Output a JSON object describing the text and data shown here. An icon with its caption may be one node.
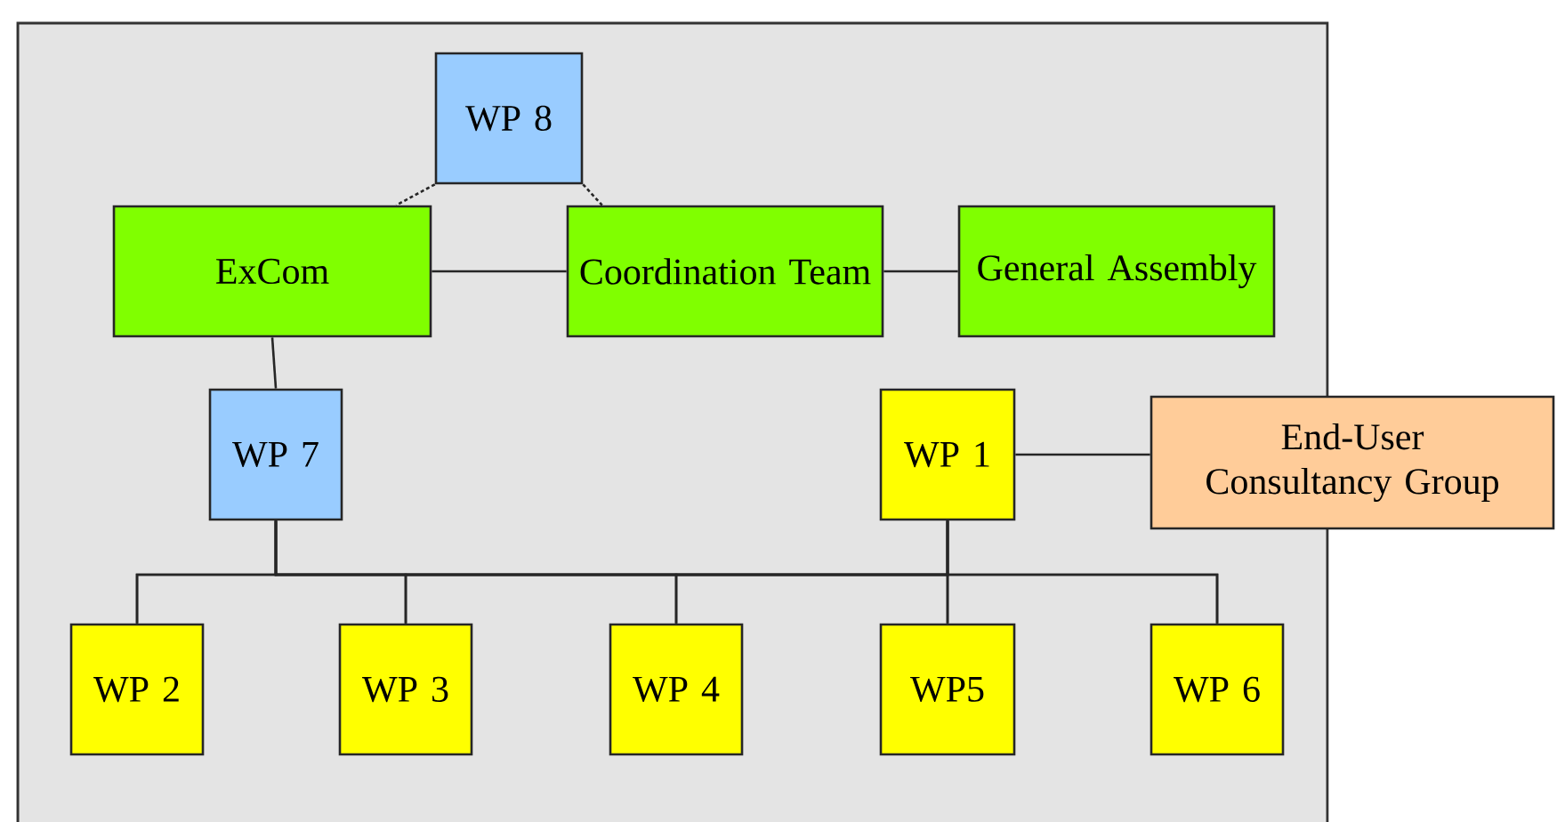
{
  "diagram": {
    "nodes": [
      {
        "text": [
          "WP 8"
        ]
      },
      {
        "text": [
          "ExCom"
        ]
      },
      {
        "text": [
          "Coordination Team"
        ]
      },
      {
        "text": [
          "General Assembly"
        ]
      },
      {
        "text": [
          "WP 7"
        ]
      },
      {
        "text": [
          "WP 1"
        ]
      },
      {
        "text": [
          "End-User Consultancy Group"
        ]
      },
      {
        "text": [
          "WP 2"
        ]
      },
      {
        "text": [
          "WP 3"
        ]
      },
      {
        "text": [
          "WP 4"
        ]
      },
      {
        "text": [
          "WP5"
        ]
      },
      {
        "text": [
          "WP 6"
        ]
      }
    ],
    "edges": [
      {
        "from": 0,
        "to": 1,
        "arrow": "none",
        "style": "dashed"
      },
      {
        "from": 0,
        "to": 2,
        "arrow": "none",
        "style": "dashed"
      },
      {
        "from": 1,
        "to": 2,
        "arrow": "none"
      },
      {
        "from": 2,
        "to": 3,
        "arrow": "none"
      },
      {
        "from": 1,
        "to": 4,
        "arrow": "none"
      },
      {
        "from": 5,
        "to": 6,
        "arrow": "none"
      },
      {
        "from": 4,
        "to": 7,
        "arrow": "none"
      },
      {
        "from": 4,
        "to": 8,
        "arrow": "none"
      },
      {
        "from": 4,
        "to": 9,
        "arrow": "none"
      },
      {
        "from": 4,
        "to": 10,
        "arrow": "none"
      },
      {
        "from": 4,
        "to": 11,
        "arrow": "none"
      },
      {
        "from": 5,
        "to": 7,
        "arrow": "none"
      },
      {
        "from": 5,
        "to": 8,
        "arrow": "none"
      },
      {
        "from": 5,
        "to": 9,
        "arrow": "none"
      },
      {
        "from": 5,
        "to": 10,
        "arrow": "none"
      },
      {
        "from": 5,
        "to": 11,
        "arrow": "none"
      }
    ]
  }
}
